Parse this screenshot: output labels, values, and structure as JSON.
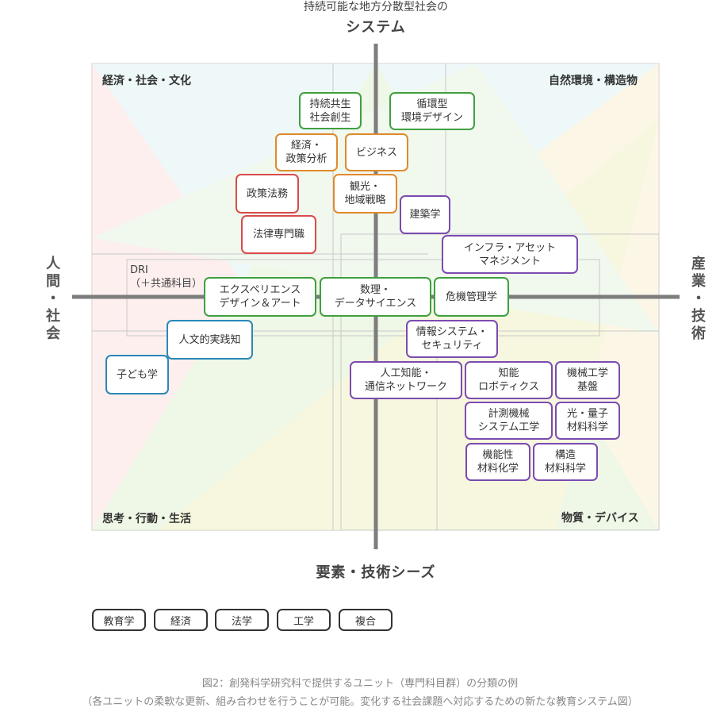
{
  "axes": {
    "top_sub": "持続可能な地方分散型社会の",
    "top_main": "システム",
    "bottom": "要素・技術シーズ",
    "left": [
      "人",
      "間",
      "・",
      "社",
      "会"
    ],
    "right": [
      "産",
      "業",
      "・",
      "技",
      "術"
    ]
  },
  "corners": {
    "top_left": "経済・社会・文化",
    "top_right": "自然環境・構造物",
    "bottom_left": "思考・行動・生活",
    "bottom_right": "物質・デバイス"
  },
  "dri_label": "DRI\n（＋共通科目）",
  "units": {
    "sustainable": "持続共生\n社会創生",
    "circular": "循環型\n環境デザイン",
    "economics_policy": "経済・\n政策分析",
    "business": "ビジネス",
    "policy_law": "政策法務",
    "tourism": "観光・\n地域戦略",
    "architecture": "建築学",
    "legal": "法律専門職",
    "infrastructure": "インフラ・アセット\nマネジメント",
    "experience": "エクスペリエンス\nデザイン＆アート",
    "data_science": "数理・\nデータサイエンス",
    "crisis": "危機管理学",
    "info_security": "情報システム・\nセキュリティ",
    "humanities": "人文的実践知",
    "child": "子ども学",
    "ai_network": "人工知能・\n通信ネットワーク",
    "robotics": "知能\nロボティクス",
    "mech_base": "機械工学\n基盤",
    "measure": "計測機械\nシステム工学",
    "quantum": "光・量子\n材料科学",
    "functional": "機能性\n材料化学",
    "structural": "構造\n材料科学"
  },
  "legend": {
    "education": "教育学",
    "economy": "経済",
    "law": "法学",
    "engineering": "工学",
    "compound": "複合"
  },
  "colors": {
    "education": "#2a88b8",
    "economy": "#e08a2c",
    "law": "#d94b4b",
    "engineering": "#7b4bb0",
    "compound": "#3fa03f"
  },
  "caption": {
    "line1": "図2：創発科学研究科で提供するユニット（専門科目群）の分類の例",
    "line2": "（各ユニットの柔軟な更新、組み合わせを行うことが可能。変化する社会課題へ対応するための新たな教育システム図）"
  }
}
